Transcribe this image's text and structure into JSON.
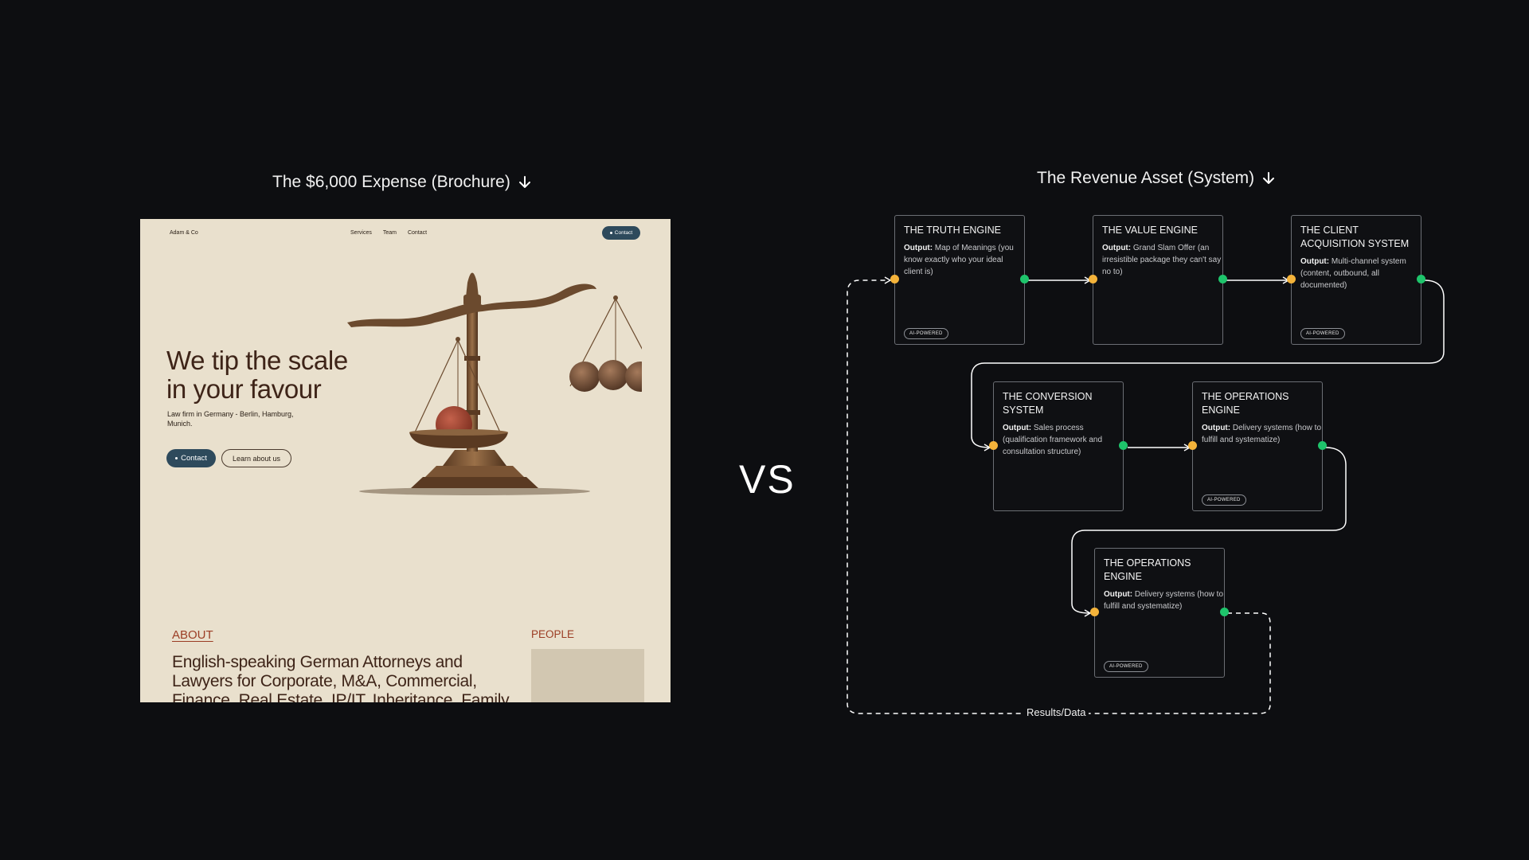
{
  "headings": {
    "left": "The $6,000 Expense (Brochure)",
    "right": "The Revenue Asset (System)"
  },
  "vs": "VS",
  "brochure": {
    "brand": "Adam & Co",
    "nav": [
      "Services",
      "Team",
      "Contact"
    ],
    "nav_cta": "Contact",
    "hero_title": "We tip the scale in your favour",
    "hero_sub": "Law firm in Germany - Berlin, Hamburg, Munich.",
    "primary_button": "Contact",
    "secondary_button": "Learn about us",
    "about_label": "ABOUT",
    "people_label": "PEOPLE",
    "about_text": "English-speaking German Attorneys and Lawyers for Corporate, M&A, Commercial, Finance, Real Estate, IP/IT, Inheritance, Family"
  },
  "flow": {
    "output_label": "Output:",
    "loop_label": "Results/Data",
    "nodes": [
      {
        "title": "THE TRUTH ENGINE",
        "output": "Map of Meanings (you know exactly who your ideal client is)",
        "badge": "AI-POWERED"
      },
      {
        "title": "THE VALUE ENGINE",
        "output": "Grand Slam Offer (an irresistible package they can't say no to)",
        "badge": ""
      },
      {
        "title": "THE CLIENT ACQUISITION SYSTEM",
        "output": "Multi-channel system (content, outbound, all documented)",
        "badge": "AI-POWERED"
      },
      {
        "title": "THE CONVERSION SYSTEM",
        "output": "Sales process (qualification framework and consultation structure)",
        "badge": ""
      },
      {
        "title": "THE OPERATIONS ENGINE",
        "output": "Delivery systems (how to fulfill and systematize)",
        "badge": "AI-POWERED"
      },
      {
        "title": "THE OPERATIONS ENGINE",
        "output": "Delivery systems (how to fulfill and systematize)",
        "badge": "AI-POWERED"
      }
    ]
  },
  "colors": {
    "background": "#0d0e11",
    "input_port": "#f4b33a",
    "output_port": "#1ec46b",
    "brochure_bg": "#e9e0cd",
    "brochure_accent": "#9b3d24",
    "brochure_button": "#2e4a5c"
  }
}
